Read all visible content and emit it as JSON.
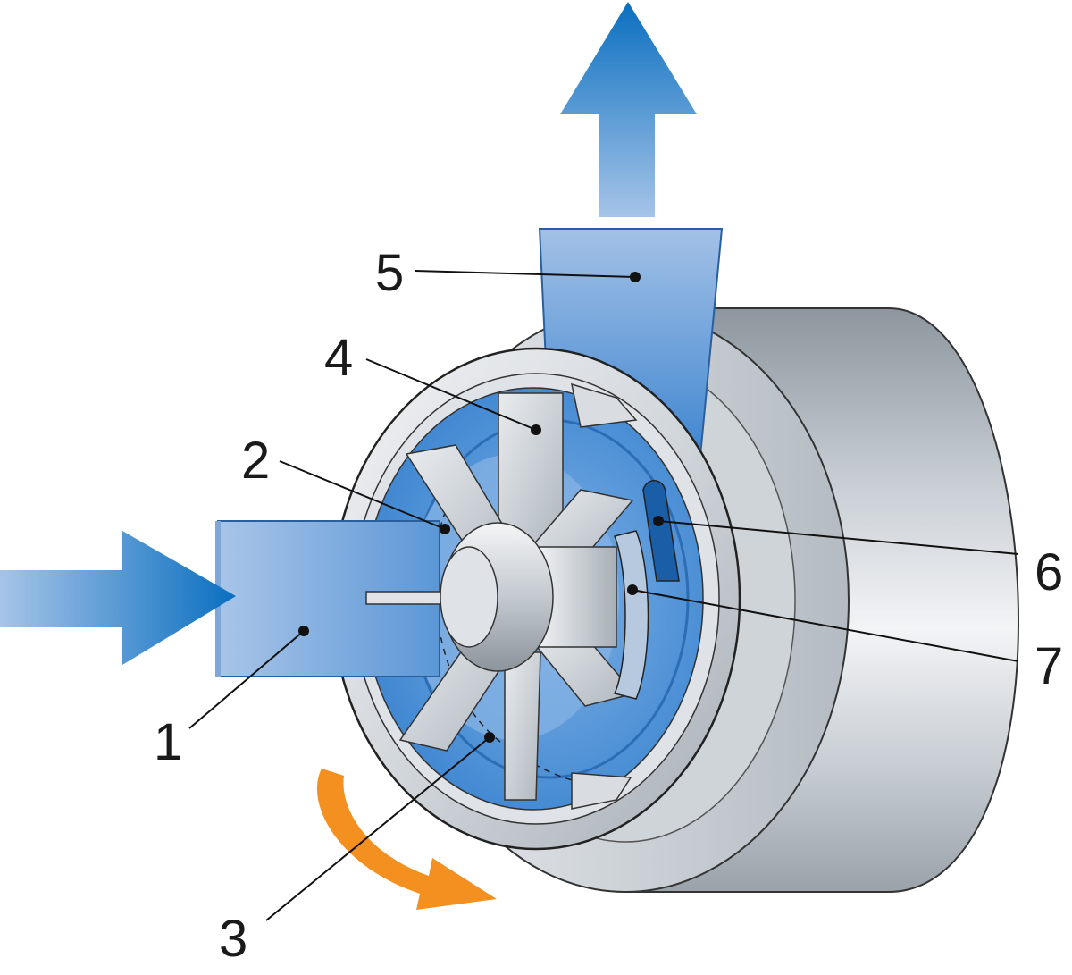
{
  "diagram": {
    "callouts": [
      {
        "id": "1",
        "label": "1"
      },
      {
        "id": "2",
        "label": "2"
      },
      {
        "id": "3",
        "label": "3"
      },
      {
        "id": "4",
        "label": "4"
      },
      {
        "id": "5",
        "label": "5"
      },
      {
        "id": "6",
        "label": "6"
      },
      {
        "id": "7",
        "label": "7"
      }
    ],
    "colors": {
      "flow_blue_dark": "#0a6fc0",
      "flow_blue_light": "#a6c4e8",
      "rotation_orange": "#f39020",
      "metal_light": "#eceef0",
      "metal_mid": "#b9c0c7",
      "metal_dark": "#8f979f",
      "chamber_blue": "#4a90d6",
      "outline": "#222222"
    }
  }
}
